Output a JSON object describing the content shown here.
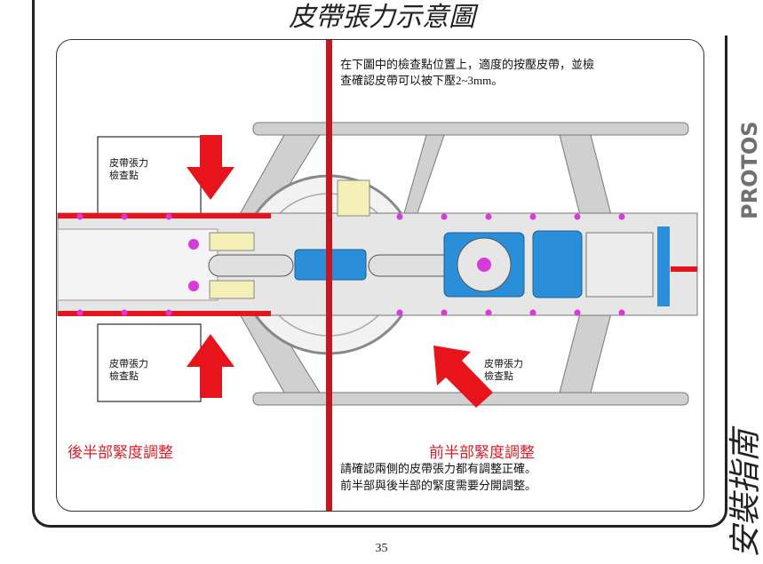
{
  "title": "皮帶張力示意圖",
  "note_top": {
    "line1": "在下圖中的檢查點位置上，適度的按壓皮帶，並檢",
    "line2": "查確認皮帶可以被下壓2~3mm。"
  },
  "labels": {
    "check_upper_left": {
      "line1": "皮帶張力",
      "line2": "檢查點"
    },
    "check_lower_left": {
      "line1": "皮帶張力",
      "line2": "檢查點"
    },
    "check_right": {
      "line1": "皮帶張力",
      "line2": "檢查點"
    }
  },
  "rear_heading": "後半部緊度調整",
  "front_heading": "前半部緊度調整",
  "bottom_note": {
    "line1": "請確認兩側的皮帶張力都有調整正確。",
    "line2": "前半部與後半部的緊度需要分開調整。"
  },
  "page_number": "35",
  "brand": "PROTOS",
  "side_title": "安裝指南",
  "colors": {
    "accent_red": "#d81e2a",
    "arrow_red": "#e8141c",
    "motor_blue": "#2a8fd8",
    "frame_gray": "#c8c8c8"
  }
}
